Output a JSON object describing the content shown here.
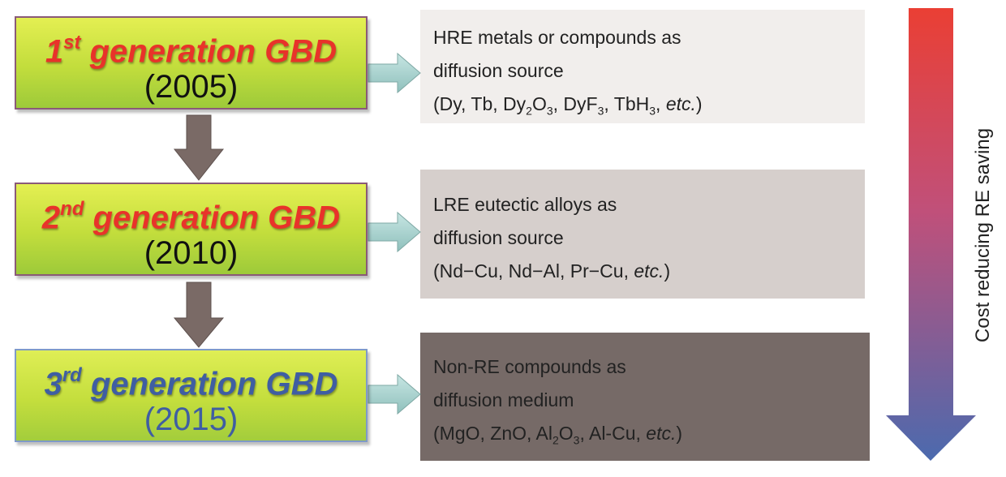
{
  "generations": [
    {
      "ordinal": "1",
      "suffix": "st",
      "title": " generation GBD",
      "year": "(2005)"
    },
    {
      "ordinal": "2",
      "suffix": "nd",
      "title": " generation GBD",
      "year": "(2010)"
    },
    {
      "ordinal": "3",
      "suffix": "rd",
      "title": " generation GBD",
      "year": "(2015)"
    }
  ],
  "descriptions": [
    {
      "line1": "HRE metals or compounds as",
      "line2": "diffusion source",
      "line3": {
        "a": "(Dy, Tb, Dy",
        "b": "2",
        "c": "O",
        "d": "3",
        "e": ", DyF",
        "f": "3",
        "g": ", TbH",
        "h": "3",
        "i": ", ",
        "j": "etc.",
        "k": ")"
      }
    },
    {
      "line1": "LRE eutectic alloys as",
      "line2": "diffusion source",
      "line3": {
        "a": "(Nd−Cu, Nd−Al, Pr−Cu, ",
        "b": "etc.",
        "c": ")"
      }
    },
    {
      "line1": "Non-RE compounds as",
      "line2": "diffusion medium",
      "line3": {
        "a": "(MgO, ZnO, Al",
        "b": "2",
        "c": "O",
        "d": "3",
        "e": ", Al-Cu, ",
        "f": "etc.",
        "g": ")"
      }
    }
  ],
  "side_label": "Cost reducing RE saving",
  "colors": {
    "box_green_top": "#e4ef52",
    "box_green_bottom": "#9dca3a",
    "red_text": "#e8332a",
    "blue_text": "#3f5ea2",
    "desc1_bg": "#f1eeec",
    "desc2_bg": "#d6cfcc",
    "desc3_bg": "#766a67",
    "gradient_top": "#ea3f34",
    "gradient_bottom": "#4b6aae",
    "down_arrow": "#7a6a66",
    "side_arrow": "#a9d2cf"
  }
}
